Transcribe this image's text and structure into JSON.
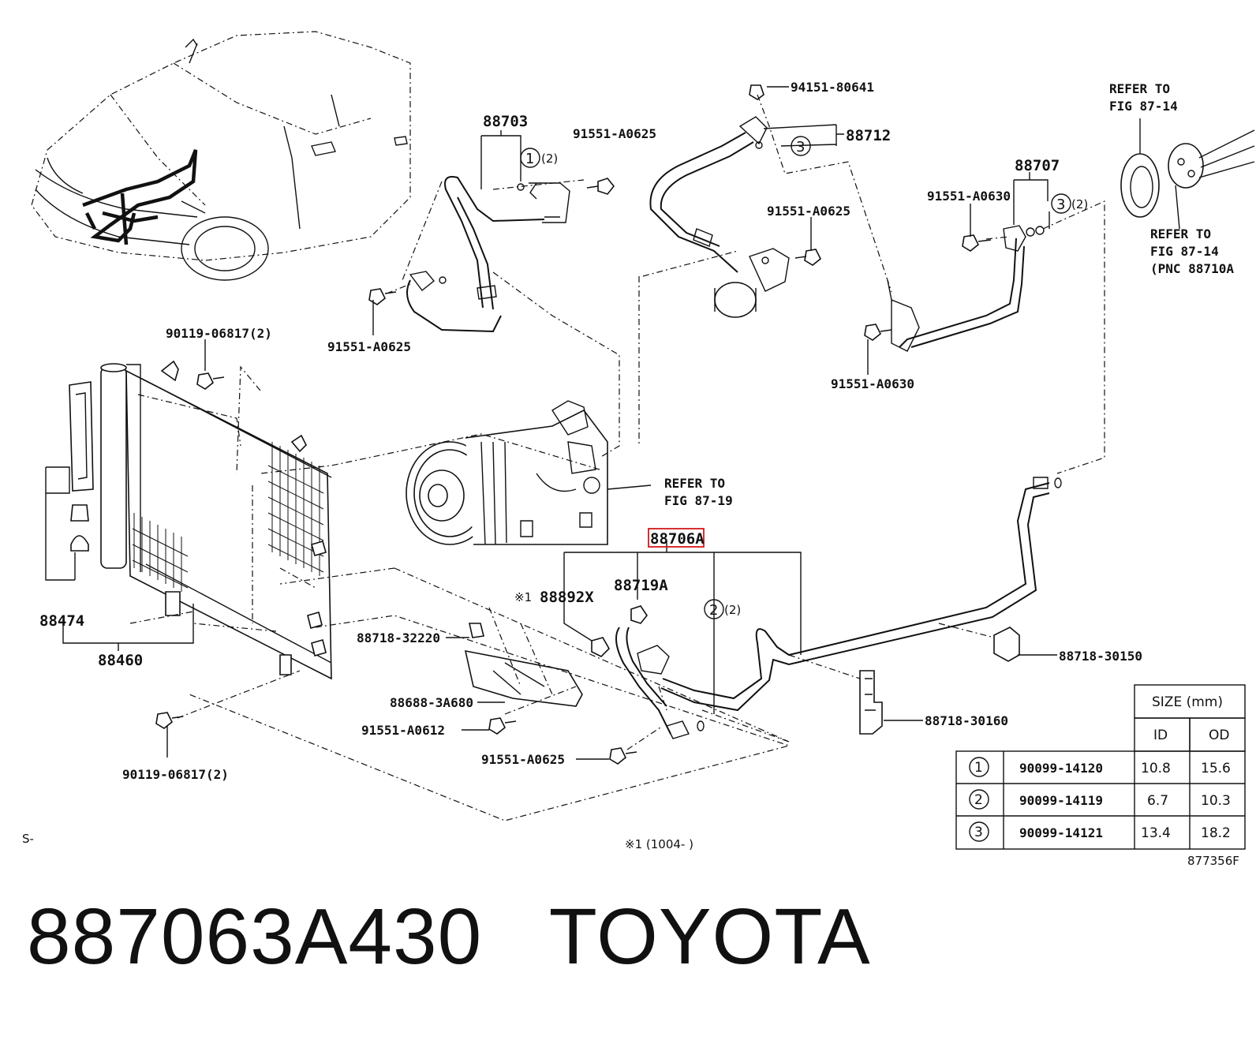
{
  "labels": {
    "p88703": "88703",
    "p91551_a0625_top": "91551-A0625",
    "p94151": "94151-80641",
    "p88712": "88712",
    "refer_fig_87_14_top": [
      "REFER TO",
      "FIG 87-14"
    ],
    "p88707": "88707",
    "p91551_a0630_top": "91551-A0630",
    "refer_fig_87_14_pnc": [
      "REFER TO",
      "FIG 87-14",
      "(PNC 88710A"
    ],
    "p91551_a0625_mid": "91551-A0625",
    "p91551_a0625_left": "91551-A0625",
    "p90119_top": "90119-06817(2)",
    "p91551_a0630_bottom": "91551-A0630",
    "refer_fig_87_19": [
      "REFER TO",
      "FIG 87-19"
    ],
    "p88706a": "88706A",
    "p88892x": "88892X",
    "note_mark": "※1",
    "p88719a": "88719A",
    "p88474": "88474",
    "p88460": "88460",
    "p88718_32220": "88718-32220",
    "p88688": "88688-3A680",
    "p91551_a0612": "91551-A0612",
    "p91551_a0625_bottom": "91551-A0625",
    "p90119_bottom": "90119-06817(2)",
    "p88718_30150": "88718-30150",
    "p88718_30160": "88718-30160",
    "qty_2": "(2)",
    "s_mark": "S-",
    "footnote": "※1 (1004-     )",
    "fig_id": "877356F"
  },
  "callouts": {
    "one": "1",
    "two": "2",
    "three": "3"
  },
  "table": {
    "size_header": "SIZE (mm)",
    "id_header": "ID",
    "od_header": "OD",
    "rows": [
      {
        "ref": "1",
        "part": "90099-14120",
        "id": "10.8",
        "od": "15.6"
      },
      {
        "ref": "2",
        "part": "90099-14119",
        "id": "6.7",
        "od": "10.3"
      },
      {
        "ref": "3",
        "part": "90099-14121",
        "id": "13.4",
        "od": "18.2"
      }
    ]
  },
  "caption": {
    "part_number": "887063A430",
    "brand": "TOYOTA"
  },
  "colors": {
    "highlight": "#d11a1a",
    "ink": "#111111"
  }
}
